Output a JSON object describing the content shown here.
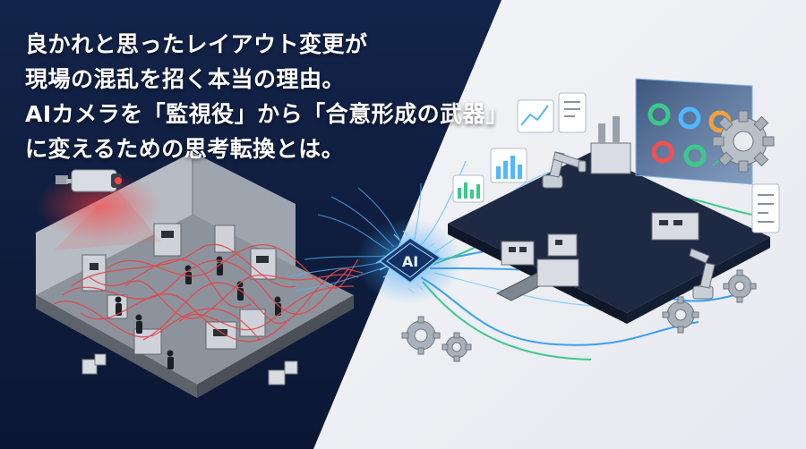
{
  "headline": {
    "lines": [
      "良かれと思ったレイアウト変更が",
      "現場の混乱を招く本当の理由。",
      "AIカメラを「監視役」から「合意形成の武器」",
      "に変えるための思考転換とは。"
    ]
  },
  "chip": {
    "label": "AI"
  },
  "colors": {
    "left_background": "#0e1c3d",
    "right_background": "#eef0f4",
    "chaos_lines": "#e0464c",
    "flow_blue": "#3aa0f0",
    "flow_green": "#3cc88c",
    "chip_glow": "#4fb8ff"
  },
  "icons": {
    "camera": "security-camera-icon",
    "gear": "gear-icon",
    "robot_arm": "robot-arm-icon",
    "factory": "factory-icon",
    "dashboard": "dashboard-icon"
  }
}
